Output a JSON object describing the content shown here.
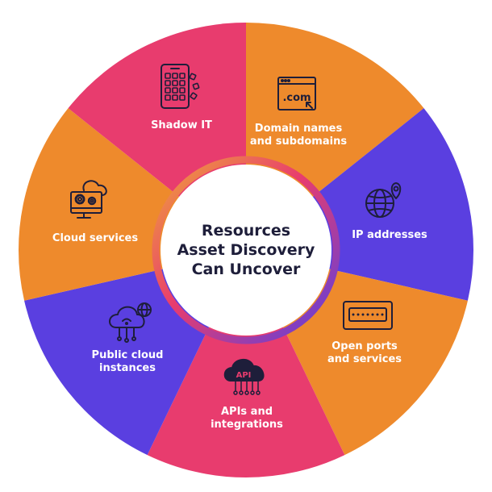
{
  "center": {
    "title": "Resources\nAsset Discovery\nCan Uncover"
  },
  "segments": [
    {
      "label": "Domain names\nand subdomains",
      "icon": "web-window-dotcom-icon",
      "icon_text": ".com",
      "color": "#ee8a2c"
    },
    {
      "label": "IP addresses",
      "icon": "globe-pin-icon",
      "color": "#5a3fe0"
    },
    {
      "label": "Open ports\nand services",
      "icon": "port-slot-icon",
      "color": "#ee8a2c"
    },
    {
      "label": "APIs and\nintegrations",
      "icon": "api-cloud-icon",
      "icon_text": "API",
      "color": "#e83c6e"
    },
    {
      "label": "Public cloud\ninstances",
      "icon": "cloud-network-icon",
      "color": "#5a3fe0"
    },
    {
      "label": "Cloud services",
      "icon": "cloud-monitor-gears-icon",
      "color": "#ee8a2c"
    },
    {
      "label": "Shadow IT",
      "icon": "phone-apps-icon",
      "color": "#e83c6e"
    }
  ],
  "colors": {
    "ring_start": "#e83c6e",
    "ring_end": "#5a3fe0",
    "icon_stroke": "#1e1e3a",
    "title": "#1e1e3a"
  }
}
